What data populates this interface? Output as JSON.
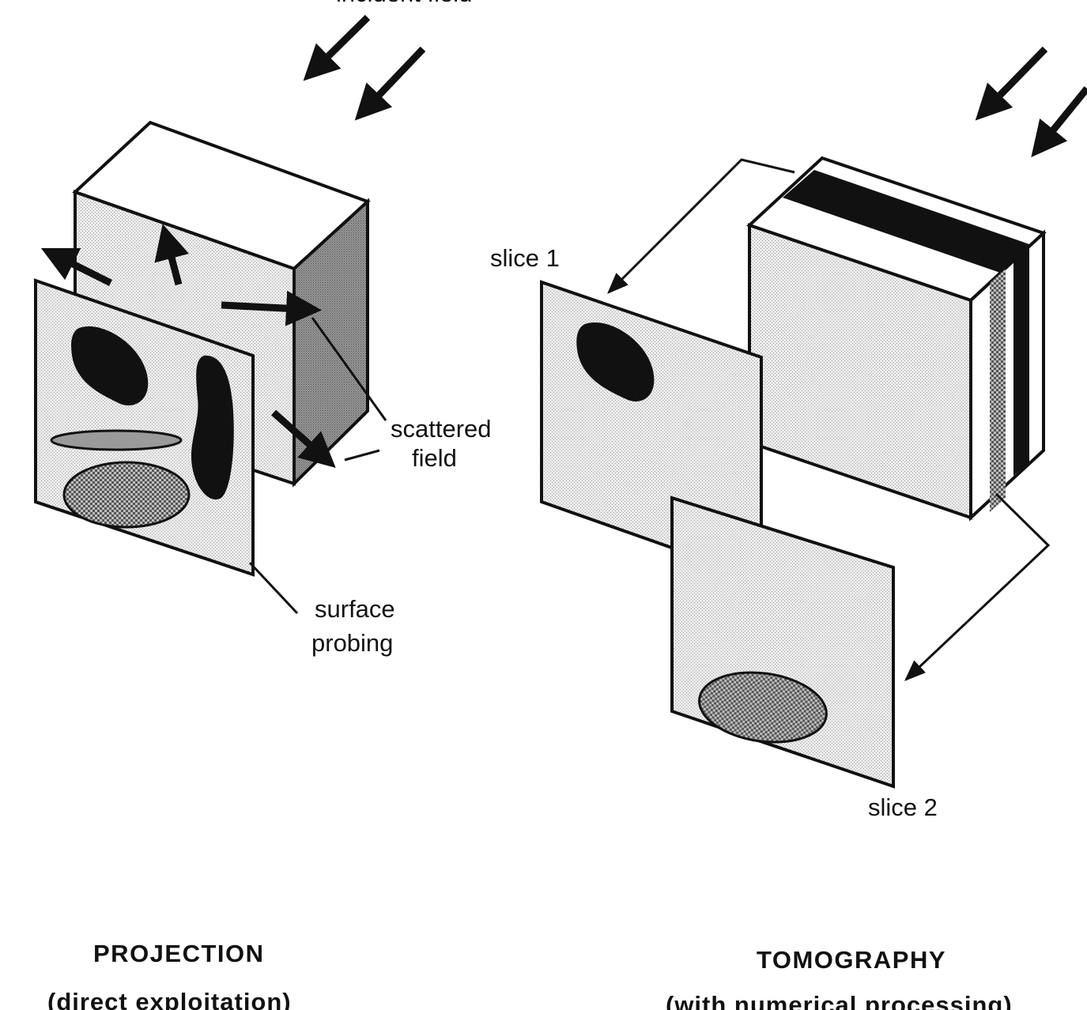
{
  "labels": {
    "incident_field": "incident field",
    "scattered_field_line1": "scattered",
    "scattered_field_line2": "field",
    "surface_probing_line1": "surface",
    "surface_probing_line2": "probing",
    "slice1": "slice 1",
    "slice2": "slice 2"
  },
  "projection": {
    "title": "PROJECTION",
    "subtitle": "(direct exploitation)"
  },
  "tomography": {
    "title": "TOMOGRAPHY",
    "subtitle": "(with numerical processing)"
  },
  "colors": {
    "ink": "#111111",
    "light_fill": "#e4e4e4",
    "medium_fill": "#c8c8c8",
    "dark_fill": "#8a8a8a"
  }
}
